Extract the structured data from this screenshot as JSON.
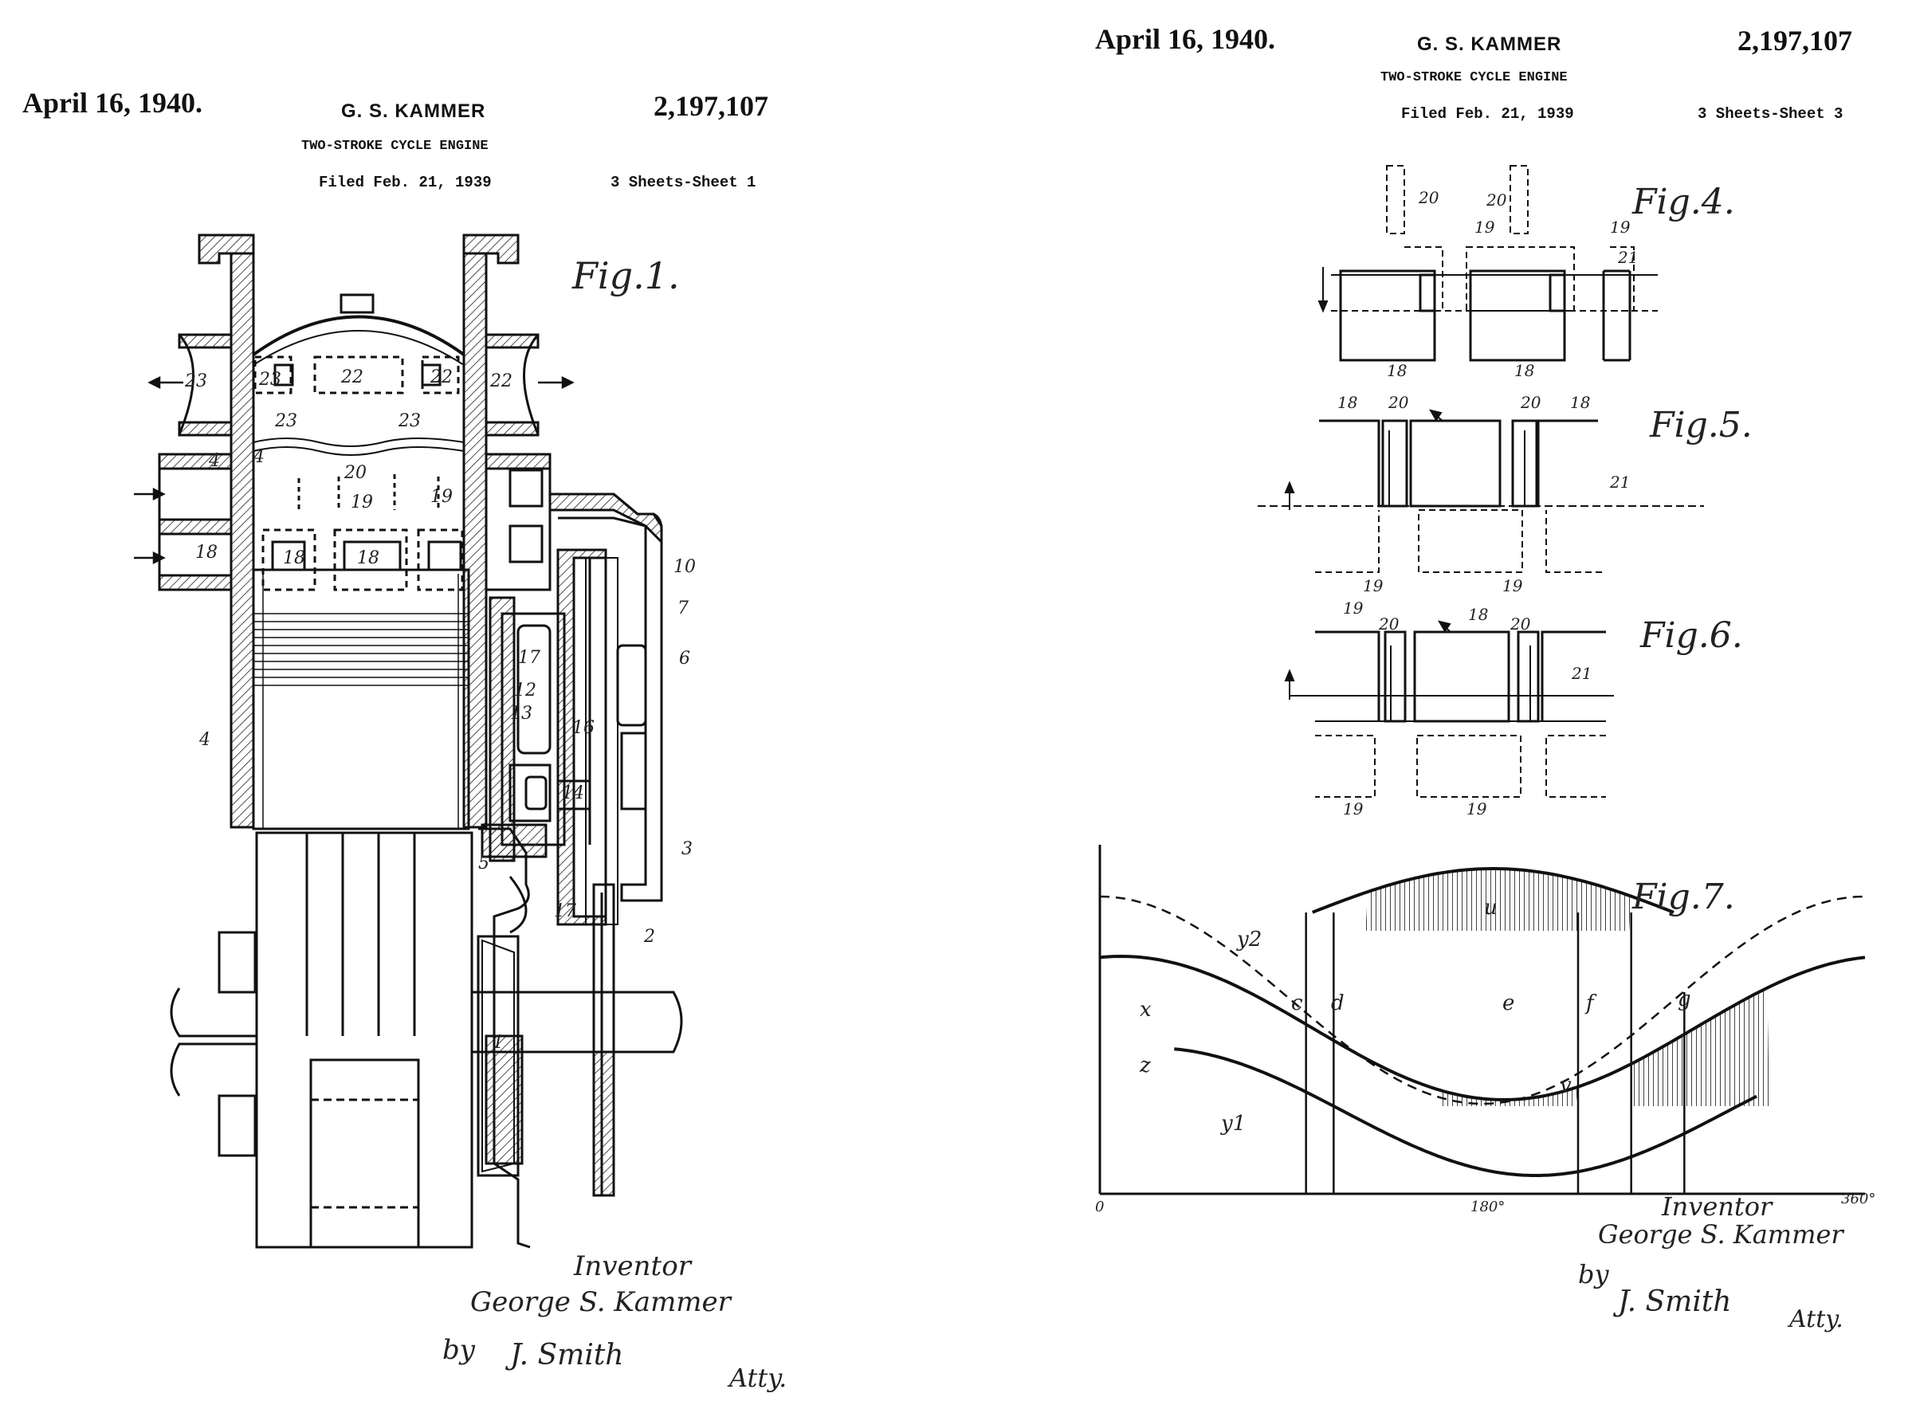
{
  "sheet1": {
    "date": "April 16, 1940.",
    "inventor": "G. S. KAMMER",
    "patent_number": "2,197,107",
    "title": "TWO-STROKE CYCLE ENGINE",
    "filed": "Filed Feb. 21, 1939",
    "sheets": "3 Sheets-Sheet 1",
    "fig_label": "Fig.1.",
    "ref_numerals": [
      "4",
      "23",
      "22",
      "22",
      "23",
      "23",
      "23",
      "22",
      "4",
      "20",
      "19",
      "19",
      "18",
      "18",
      "18",
      "10",
      "7",
      "6",
      "17",
      "12",
      "13",
      "16",
      "14",
      "4",
      "5",
      "3",
      "17",
      "2",
      "1"
    ],
    "signature": {
      "inventor_caption": "Inventor",
      "inventor_name": "George S. Kammer",
      "by": "by",
      "attorney_mark": "J. Smith",
      "atty": "Atty."
    }
  },
  "sheet3": {
    "date": "April 16, 1940.",
    "inventor": "G. S. KAMMER",
    "patent_number": "2,197,107",
    "title": "TWO-STROKE CYCLE ENGINE",
    "filed": "Filed Feb. 21, 1939",
    "sheets": "3 Sheets-Sheet 3",
    "fig4": {
      "label": "Fig.4.",
      "refs": [
        "20",
        "20",
        "19",
        "19",
        "21",
        "18",
        "18"
      ]
    },
    "fig5": {
      "label": "Fig.5.",
      "refs": [
        "18",
        "20",
        "20",
        "18",
        "21",
        "19",
        "19"
      ]
    },
    "fig6": {
      "label": "Fig.6.",
      "refs": [
        "19",
        "20",
        "18",
        "20",
        "21",
        "19",
        "19"
      ]
    },
    "fig7": {
      "label": "Fig.7.",
      "curve_labels": [
        "y2",
        "u",
        "x",
        "z",
        "y1",
        "v"
      ],
      "line_labels": [
        "c",
        "d",
        "e",
        "f",
        "g"
      ],
      "x_ticks": [
        "0",
        "180°",
        "360°"
      ]
    },
    "signature": {
      "inventor_caption": "Inventor",
      "inventor_name": "George S. Kammer",
      "by": "by",
      "attorney_mark": "J. Smith",
      "atty": "Atty."
    }
  }
}
